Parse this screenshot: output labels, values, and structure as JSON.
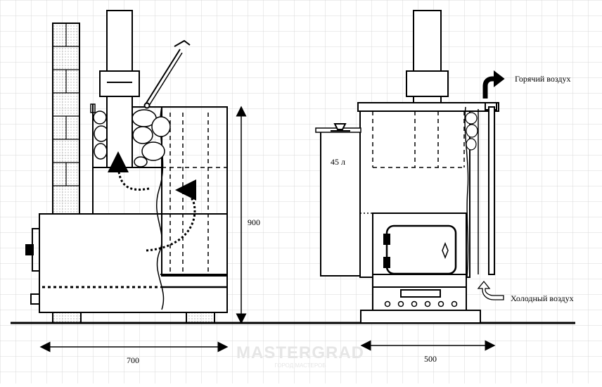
{
  "labels": {
    "hot_air": "Горячий воздух",
    "cold_air": "Холодный воздух",
    "tank_volume": "45 л",
    "height_dim": "900",
    "side_width_dim": "700",
    "front_width_dim": "500"
  },
  "watermark": {
    "brand": "MASTERGRAD",
    "tagline": "ГОРОД МАСТЕРОВ"
  },
  "colors": {
    "grid": "#d9d9d9",
    "line": "#000000",
    "stone_fill": "#ffffff",
    "brick_dot": "#8a8a8a",
    "watermark": "#e6e6e6"
  },
  "icons": {
    "hot_air_arrow": "curved-arrow-up-right-icon",
    "cold_air_arrow": "curved-arrow-up-right-outline-icon"
  }
}
